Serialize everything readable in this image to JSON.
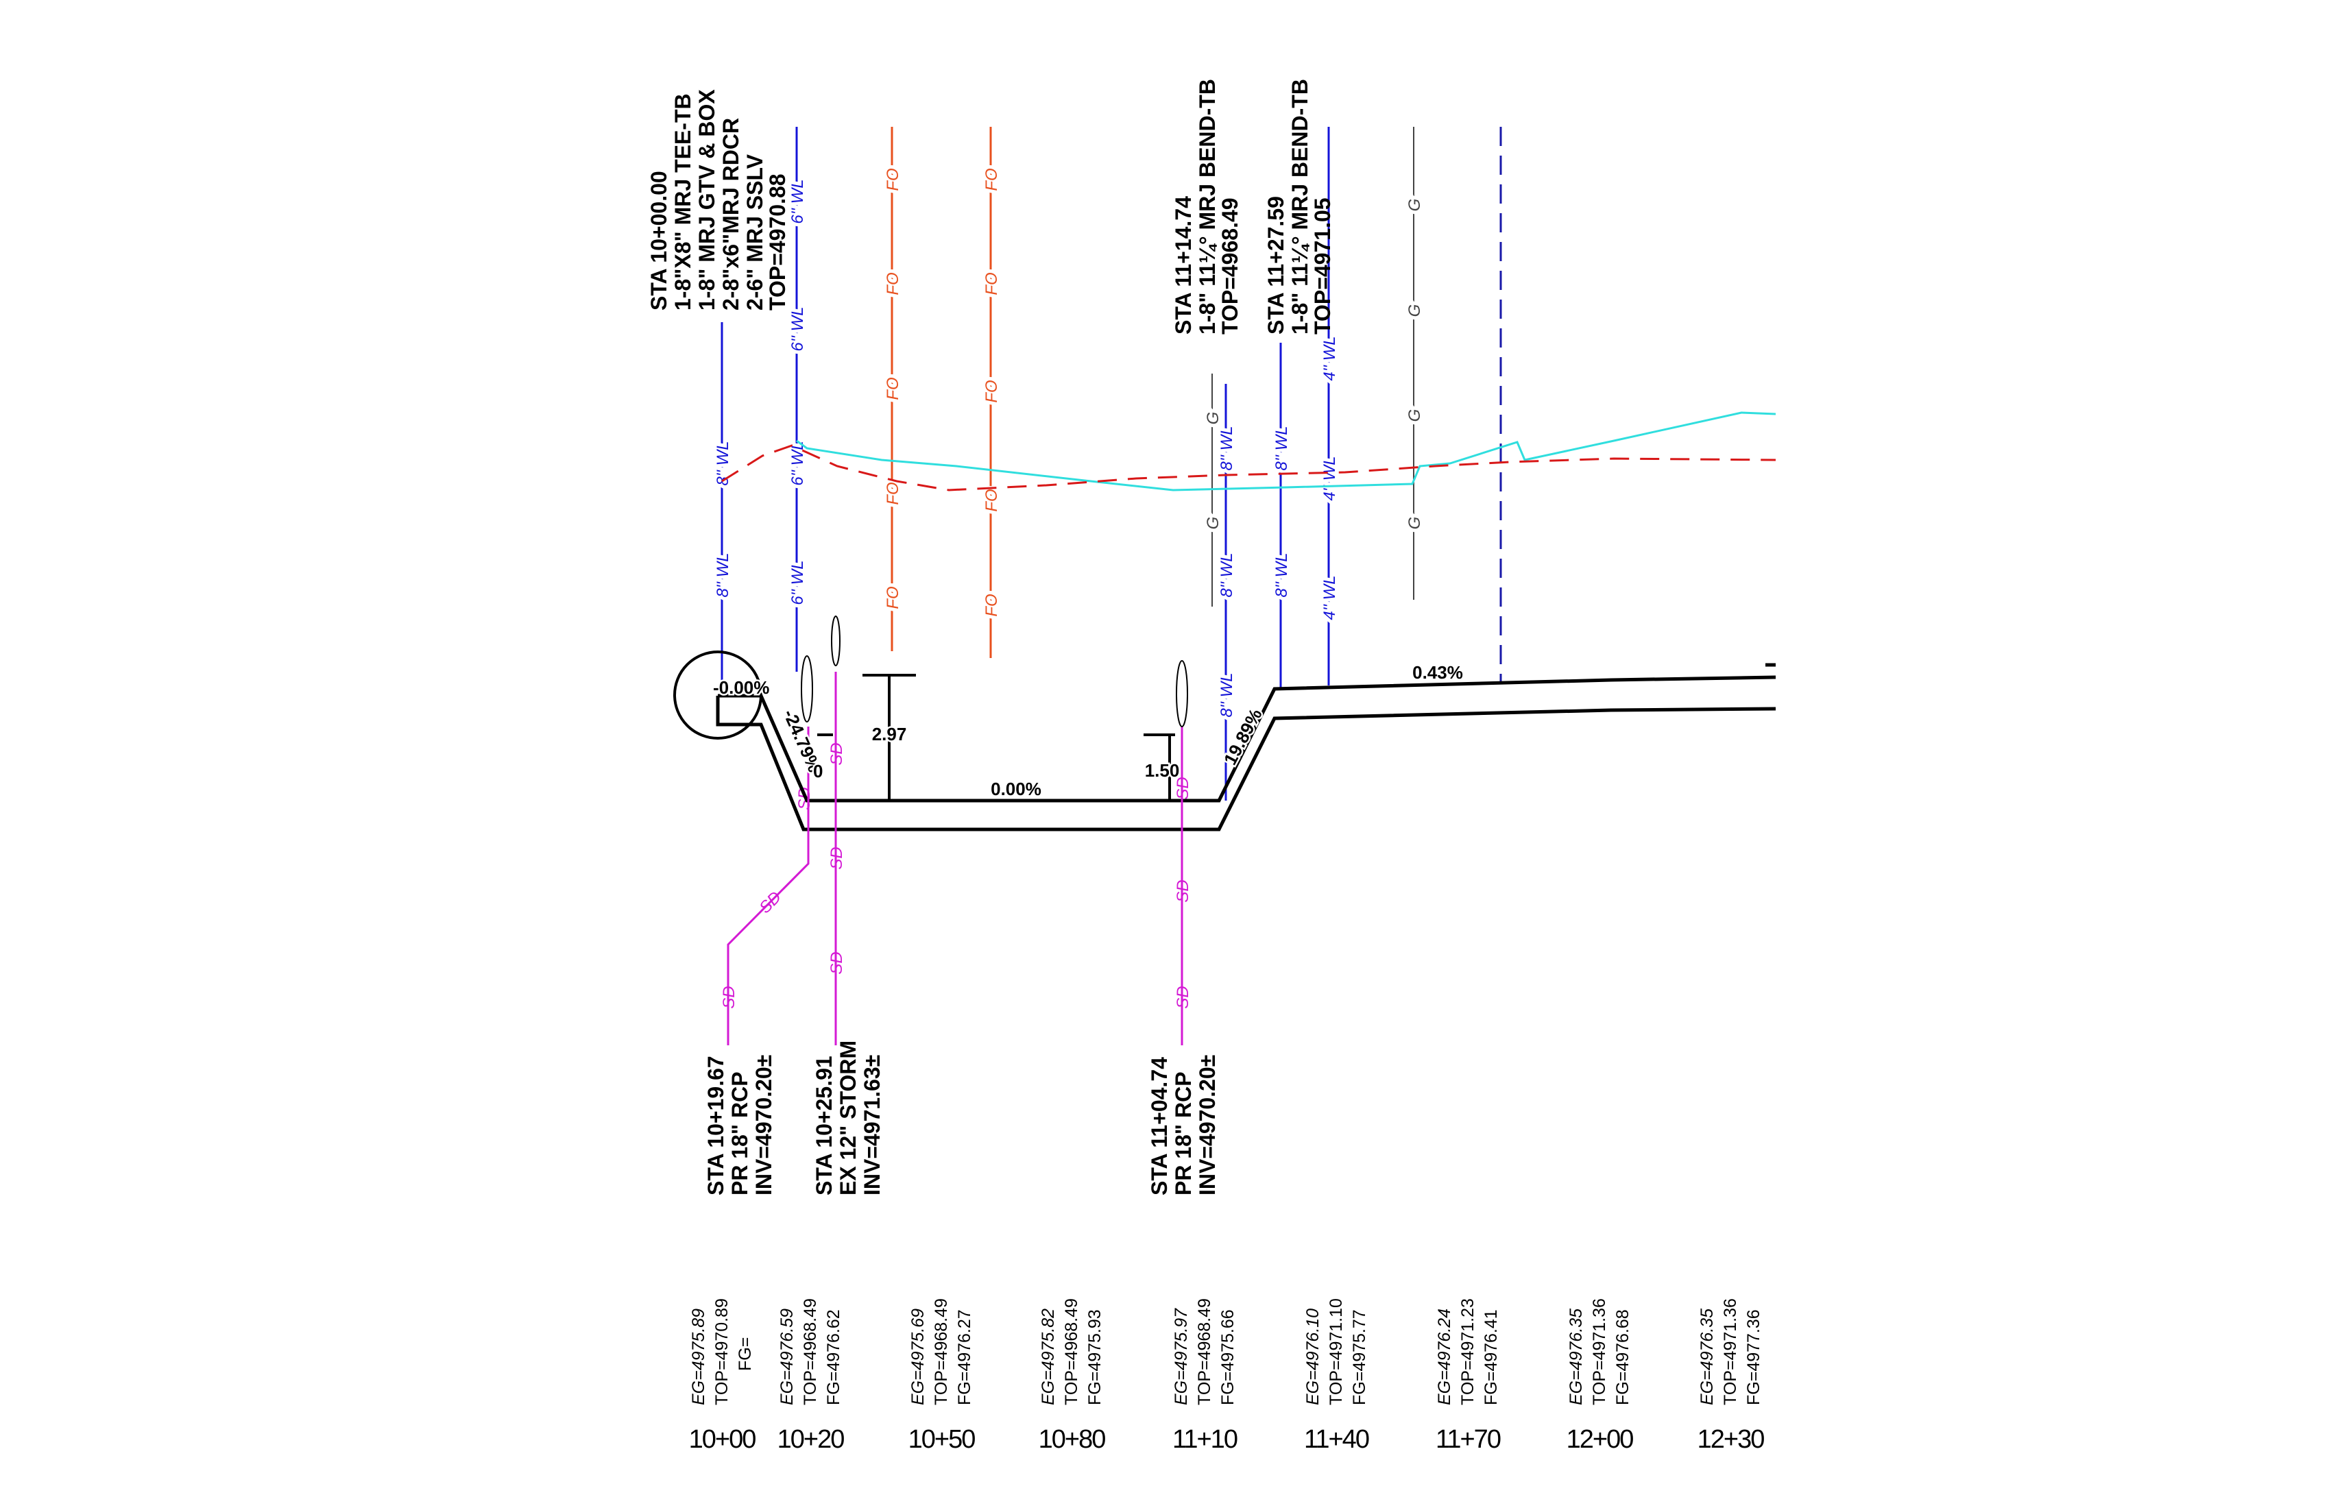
{
  "colors": {
    "waterline": "#1414d8",
    "fiber": "#e8501e",
    "gas": "#444444",
    "storm": "#d41ad4",
    "existing_ground": "#30dede",
    "finish_grade": "#d81818",
    "pipe": "#000000",
    "dashed_blue": "#1a1aa8"
  },
  "utility_labels": {
    "wl8": "8'' WL",
    "wl6": "6'' WL",
    "wl4": "4'' WL",
    "fo": "FO",
    "g": "G",
    "sd": "SD"
  },
  "callouts_top": [
    {
      "lines": [
        "STA 10+00.00",
        "1-8\"X8\" MRJ TEE-TB",
        "1-8\" MRJ GTV & BOX",
        "2-8\"x6\"MRJ RDCR",
        "2-6\" MRJ SSLV",
        "TOP=4970.88"
      ]
    },
    {
      "lines": [
        "STA 11+14.74",
        "1-8\" 11¼° MRJ BEND-TB",
        "TOP=4968.49"
      ]
    },
    {
      "lines": [
        "STA 11+27.59",
        "1-8\" 11¼° MRJ BEND-TB",
        "TOP=4971.05"
      ]
    }
  ],
  "callouts_bottom": [
    {
      "lines": [
        "STA 10+19.67",
        "PR 18\" RCP",
        "INV=4970.20±"
      ]
    },
    {
      "lines": [
        "STA 10+25.91",
        "EX 12\" STORM",
        "INV=4971.63±"
      ]
    },
    {
      "lines": [
        "STA 11+04.74",
        "PR 18\" RCP",
        "INV=4970.20±"
      ]
    }
  ],
  "grades": {
    "start": "-0.00%",
    "down": "-24.79%",
    "zero_mark": "0",
    "flat": "0.00%",
    "up": "19.89%",
    "end": "0.43%"
  },
  "dimensions": {
    "cover_left": "2.97",
    "cover_right": "1.50"
  },
  "stations": [
    {
      "station": "10+00",
      "eg": "EG=4975.89",
      "top": "TOP=4970.89",
      "fg": "FG="
    },
    {
      "station": "10+20",
      "eg": "EG=4976.59",
      "top": "TOP=4968.49",
      "fg": "FG=4976.62"
    },
    {
      "station": "10+50",
      "eg": "EG=4975.69",
      "top": "TOP=4968.49",
      "fg": "FG=4976.27"
    },
    {
      "station": "10+80",
      "eg": "EG=4975.82",
      "top": "TOP=4968.49",
      "fg": "FG=4975.93"
    },
    {
      "station": "11+10",
      "eg": "EG=4975.97",
      "top": "TOP=4968.49",
      "fg": "FG=4975.66"
    },
    {
      "station": "11+40",
      "eg": "EG=4976.10",
      "top": "TOP=4971.10",
      "fg": "FG=4975.77"
    },
    {
      "station": "11+70",
      "eg": "EG=4976.24",
      "top": "TOP=4971.23",
      "fg": "FG=4976.41"
    },
    {
      "station": "12+00",
      "eg": "EG=4976.35",
      "top": "TOP=4971.36",
      "fg": "FG=4976.68"
    },
    {
      "station": "12+30",
      "eg": "EG=4976.35",
      "top": "TOP=4971.36",
      "fg": "FG=4977.36"
    }
  ]
}
